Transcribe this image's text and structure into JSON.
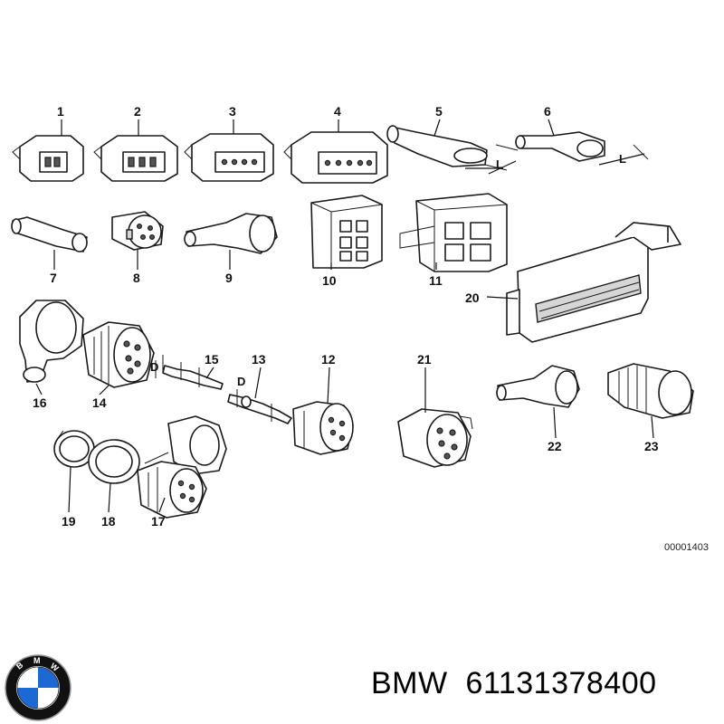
{
  "drawing_ref": "00001403",
  "dimension_labels": [
    "L",
    "L",
    "D",
    "D"
  ],
  "callouts": [
    "1",
    "2",
    "3",
    "4",
    "5",
    "6",
    "7",
    "8",
    "9",
    "10",
    "11",
    "12",
    "13",
    "14",
    "15",
    "16",
    "17",
    "18",
    "19",
    "20",
    "21",
    "22",
    "23"
  ],
  "caption": {
    "brand": "BMW",
    "part_number": "61131378400"
  },
  "logo": {
    "letters": "BMW",
    "colors": {
      "ring": "#111111",
      "blue": "#1c69d4",
      "white": "#ffffff"
    }
  }
}
